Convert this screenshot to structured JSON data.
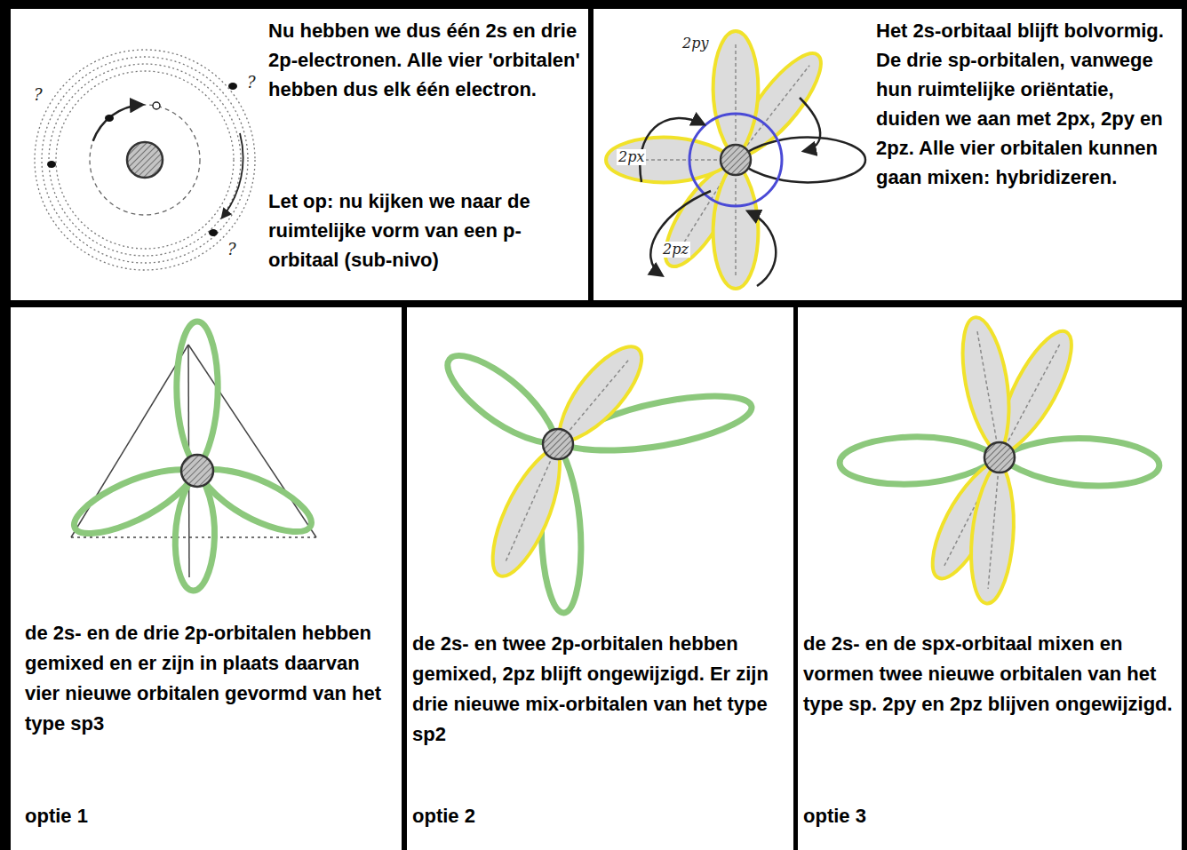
{
  "diagram": {
    "nodes": [
      {
        "text": [
          "Nu hebben we dus één 2s en drie 2p-electronen. Alle vier 'orbitalen' hebben dus elk één electron.",
          "Let op: nu kijken we naar de ruimtelijke vorm van een p-orbitaal (sub-nivo)"
        ]
      },
      {
        "text": [
          "Het 2s-orbitaal blijft bolvormig. De drie sp-orbitalen, vanwege hun ruimtelijke oriëntatie, duiden we aan met 2px, 2py en 2pz. Alle vier orbitalen kunnen gaan mixen: hybridizeren."
        ]
      },
      {
        "text": [
          "de 2s- en de drie 2p-orbitalen hebben gemixed en er zijn in plaats daarvan vier nieuwe orbitalen gevormd van het type sp3",
          "optie 1"
        ]
      },
      {
        "text": [
          "de 2s- en twee 2p-orbitalen hebben gemixed, 2pz blijft ongewijzigd. Er zijn drie nieuwe mix-orbitalen van het type sp2",
          "optie 2"
        ]
      },
      {
        "text": [
          "de 2s- en de spx-orbitaal mixen en vormen twee nieuwe orbitalen van het type sp. 2py en 2pz blijven ongewijzigd.",
          "optie 3"
        ]
      }
    ],
    "labels": [
      "?",
      "?",
      "?",
      "2py",
      "2px",
      "2pz"
    ]
  }
}
